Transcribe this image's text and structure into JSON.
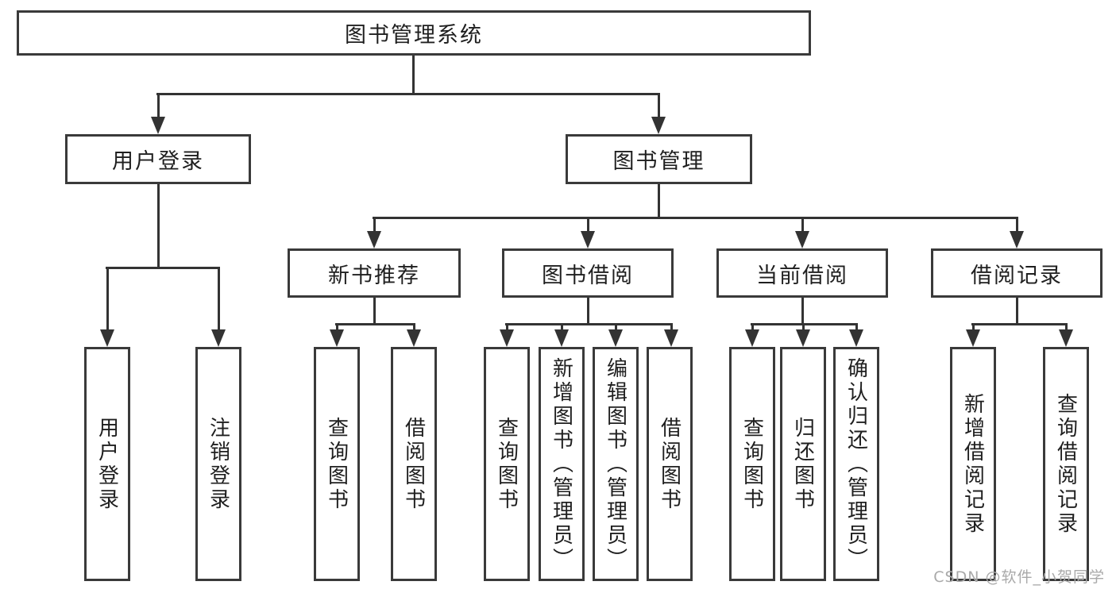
{
  "diagram": {
    "title": "图书管理系统",
    "nodes": {
      "root": "图书管理系统",
      "level2": [
        "用户登录",
        "图书管理"
      ],
      "level3": [
        "新书推荐",
        "图书借阅",
        "当前借阅",
        "借阅记录"
      ],
      "leaves": [
        "用户登录",
        "注销登录",
        "查询图书",
        "借阅图书",
        "查询图书",
        "新增图书（管理员）",
        "编辑图书（管理员）",
        "借阅图书",
        "查询图书",
        "归还图书",
        "确认归还（管理员）",
        "新增借阅记录",
        "查询借阅记录"
      ]
    },
    "structure": {
      "图书管理系统": {
        "用户登录": [
          "用户登录",
          "注销登录"
        ],
        "图书管理": {
          "新书推荐": [
            "查询图书",
            "借阅图书"
          ],
          "图书借阅": [
            "查询图书",
            "新增图书（管理员）",
            "编辑图书（管理员）",
            "借阅图书"
          ],
          "当前借阅": [
            "查询图书",
            "归还图书",
            "确认归还（管理员）"
          ],
          "借阅记录": [
            "新增借阅记录",
            "查询借阅记录"
          ]
        }
      }
    }
  },
  "watermark": {
    "text": "CSDN @软件_小贺同学"
  },
  "colors": {
    "background": "#ffffff",
    "box_border": "#3a3a3a",
    "line": "#333333",
    "text": "#1f1f1f",
    "watermark": "#a9a9a9"
  }
}
